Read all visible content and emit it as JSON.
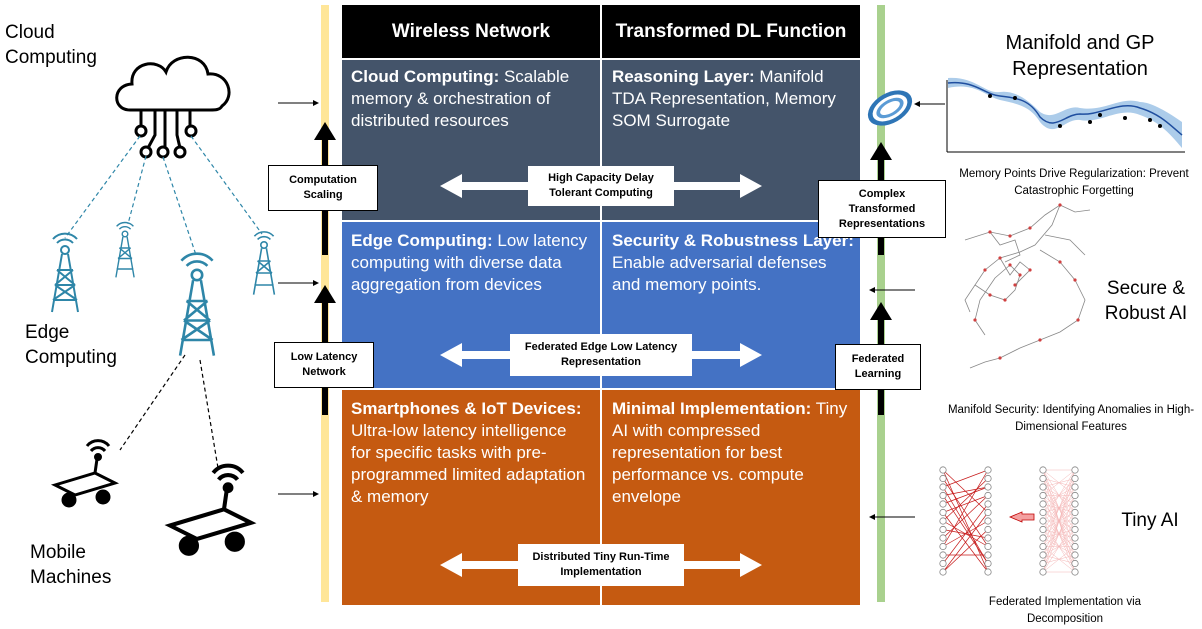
{
  "left_labels": {
    "cloud": "Cloud Computing",
    "edge": "Edge Computing",
    "mobile": "Mobile Machines"
  },
  "headers": {
    "wireless": "Wireless Network",
    "dl": "Transformed DL Function"
  },
  "rows": [
    {
      "left_title": "Cloud Computing:",
      "left_text": " Scalable memory & orchestration of distributed resources",
      "right_title": "Reasoning Layer:",
      "right_text": " Manifold TDA Representation, Memory SOM Surrogate",
      "center_label": "High Capacity Delay Tolerant Computing",
      "color": "#44546a"
    },
    {
      "left_title": "Edge Computing:",
      "left_text": " Low latency computing with diverse data aggregation from devices",
      "right_title": "Security & Robustness Layer:",
      "right_text": " Enable adversarial defenses and memory points.",
      "center_label": "Federated Edge Low Latency Representation",
      "color": "#4472c4"
    },
    {
      "left_title": "Smartphones & IoT Devices:",
      "left_text": " Ultra-low latency intelligence for specific tasks with pre-programmed limited adaptation & memory",
      "right_title": "Minimal Implementation:",
      "right_text": " Tiny AI with compressed representation for best performance vs. compute envelope",
      "center_label": "Distributed Tiny Run-Time Implementation",
      "color": "#c55a11"
    }
  ],
  "side_boxes": {
    "computation_scaling": "Computation Scaling",
    "low_latency_network": "Low Latency Network",
    "complex_representations": "Complex Transformed Representations",
    "federated_learning": "Federated Learning"
  },
  "right_panels": {
    "manifold_title": "Manifold and GP Representation",
    "manifold_caption": "Memory Points Drive Regularization: Prevent Catastrophic Forgetting",
    "secure_title": "Secure & Robust AI",
    "secure_caption": "Manifold Security: Identifying Anomalies in High-Dimensional Features",
    "tiny_title": "Tiny AI",
    "tiny_caption": "Federated Implementation via Decomposition"
  },
  "colors": {
    "left_rail": "#ffe699",
    "right_rail": "#a9d18e",
    "icon_teal": "#2e86a8",
    "gp_blue": "#4a7fd0",
    "nn_red": "#c00000"
  },
  "icons": [
    "cloud-icon",
    "tower-icon",
    "robot-icon",
    "ring-icon",
    "gp-plot",
    "graph-plot",
    "neural-net-icon"
  ]
}
